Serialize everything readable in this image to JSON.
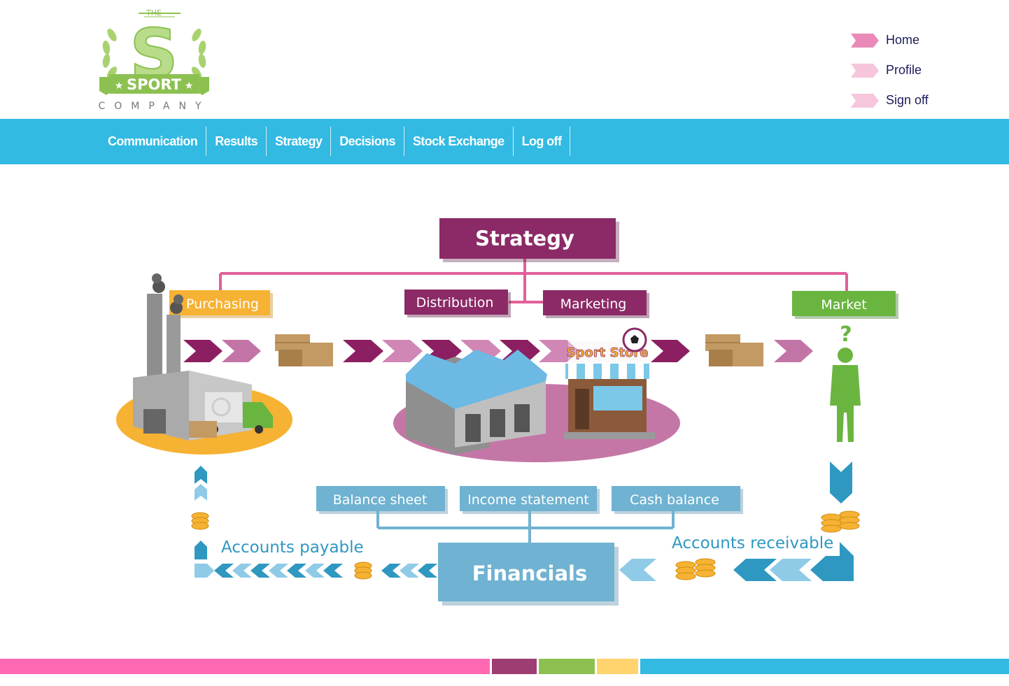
{
  "logo": {
    "top_text": "THE",
    "letter": "S",
    "banner_text": "SPORT",
    "bottom_text": "COMPANY"
  },
  "top_nav": [
    {
      "label": "Home",
      "arrow_color": "#e98ab8"
    },
    {
      "label": "Profile",
      "arrow_color": "#f5c6dc"
    },
    {
      "label": "Sign off",
      "arrow_color": "#f5c6dc"
    }
  ],
  "menu": {
    "items": [
      "Communication",
      "Results",
      "Strategy",
      "Decisions",
      "Stock Exchange",
      "Log off"
    ]
  },
  "diagram": {
    "strategy": "Strategy",
    "purchasing": "Purchasing",
    "distribution": "Distribution",
    "marketing": "Marketing",
    "market": "Market",
    "store_sign": "Sport Store",
    "question": "?",
    "balance_sheet": "Balance sheet",
    "income_statement": "Income statement",
    "cash_balance": "Cash balance",
    "financials": "Financials",
    "accounts_payable": "Accounts payable",
    "accounts_receivable": "Accounts receivable"
  },
  "colors": {
    "menu_bar": "#32bae2",
    "purple": "#8b2a66",
    "orange": "#f6b233",
    "green": "#6ab540",
    "light_blue": "#6fb2d1",
    "footer": [
      "#ff69b4",
      "#9e3d71",
      "#8cc152",
      "#ffd36e",
      "#32bae2"
    ]
  },
  "icons": [
    "laurel-logo-icon",
    "arrow-icon",
    "factory-icon",
    "truck-icon",
    "box-icon",
    "warehouse-icon",
    "store-icon",
    "soccer-ball-icon",
    "person-icon",
    "coins-icon"
  ]
}
